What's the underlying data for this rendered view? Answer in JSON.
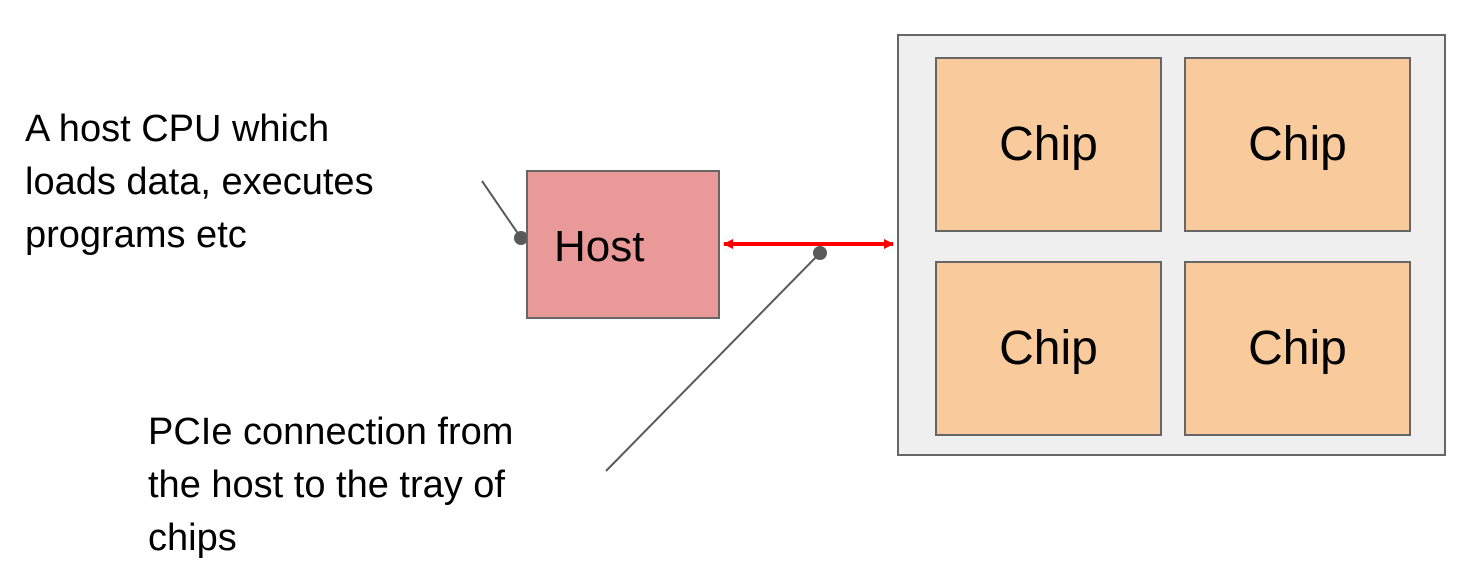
{
  "host_annotation": {
    "lines": [
      "A host CPU which",
      "loads data, executes",
      "programs etc"
    ]
  },
  "pcie_annotation": {
    "lines": [
      "PCIe connection from",
      "the host to the tray of",
      "chips"
    ]
  },
  "host": {
    "label": "Host"
  },
  "tray": {
    "chips": [
      {
        "label": "Chip"
      },
      {
        "label": "Chip"
      },
      {
        "label": "Chip"
      },
      {
        "label": "Chip"
      }
    ]
  },
  "colors": {
    "host_fill": "#ea9999",
    "chip_fill": "#f9cb9c",
    "tray_fill": "#efefef",
    "connection_arrow": "#ff0000",
    "leader_line": "#595959"
  }
}
